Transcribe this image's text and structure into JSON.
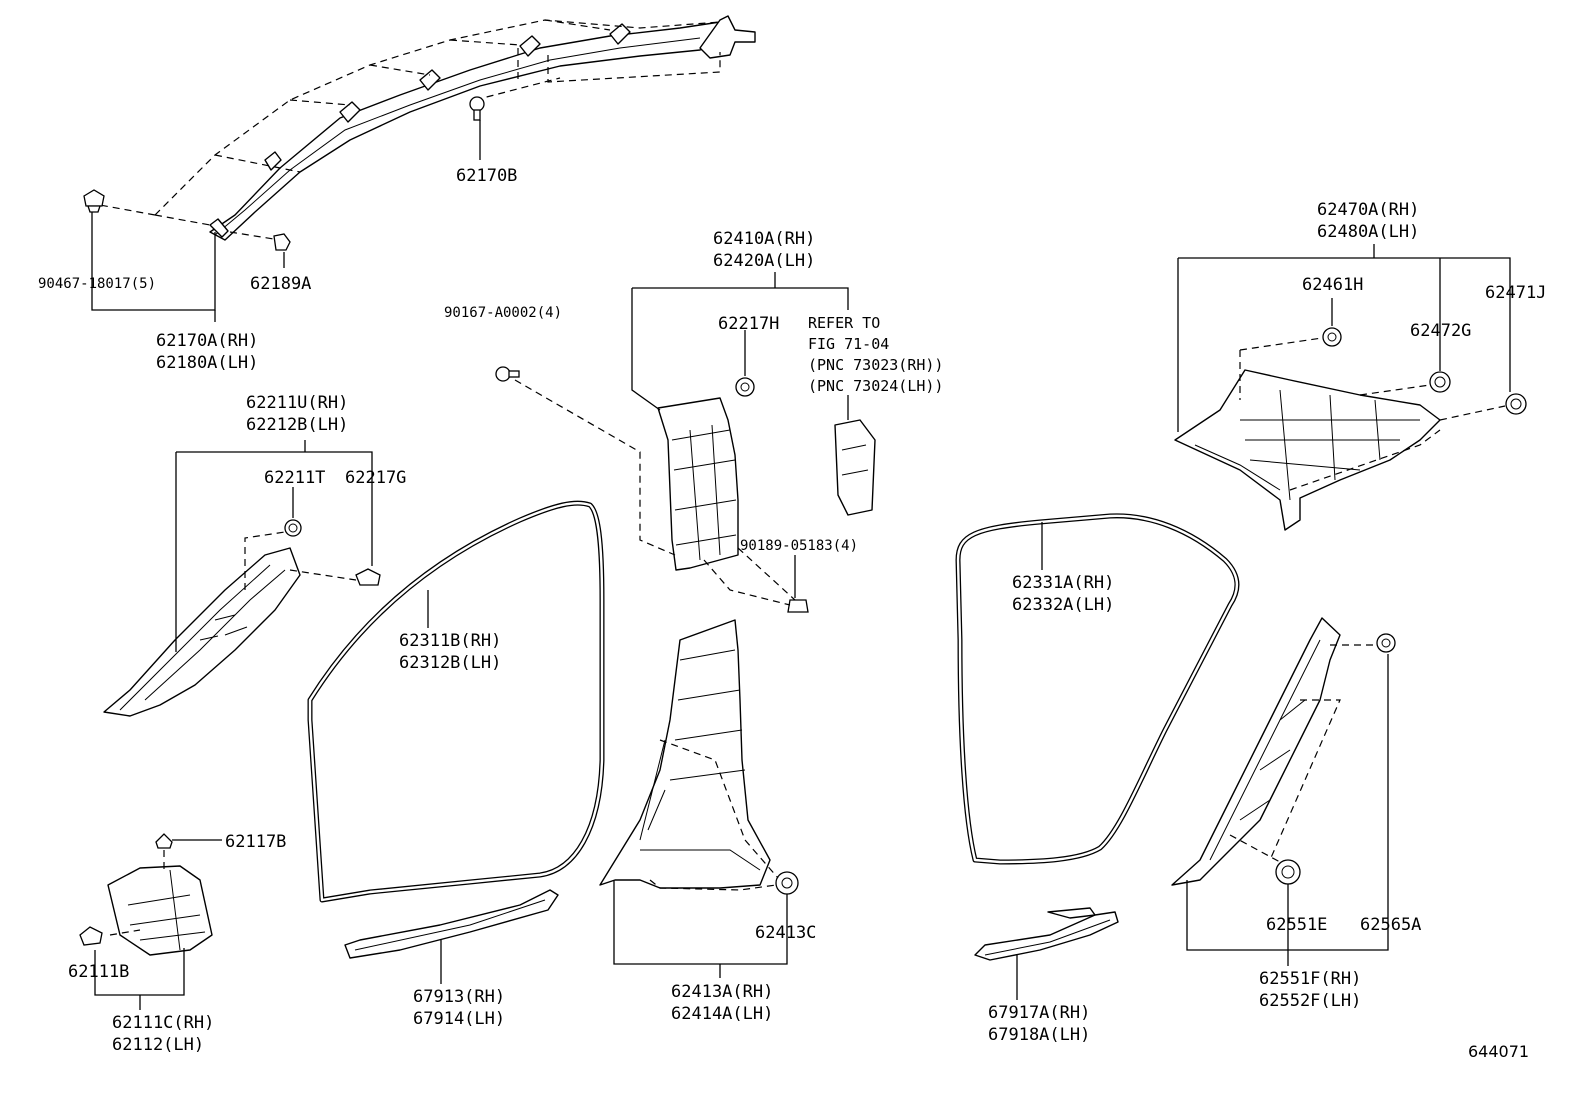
{
  "diagram": {
    "figure_code": "644071",
    "labels": {
      "p62170B": "62170B",
      "p90467": "90467-18017(5)",
      "p62189A": "62189A",
      "p62170A_rh": "62170A(RH)",
      "p62180A_lh": "62180A(LH)",
      "p62211U_rh": "62211U(RH)",
      "p62212B_lh": "62212B(LH)",
      "p62211T": "62211T",
      "p62217G": "62217G",
      "p90167": "90167-A0002(4)",
      "p62410A_rh": "62410A(RH)",
      "p62420A_lh": "62420A(LH)",
      "p62217H": "62217H",
      "ref_line1": "REFER TO",
      "ref_line2": "FIG 71-04",
      "ref_line3": "(PNC 73023(RH))",
      "ref_line4": "(PNC 73024(LH))",
      "p90189": "90189-05183(4)",
      "p62311B_rh": "62311B(RH)",
      "p62312B_lh": "62312B(LH)",
      "p62331A_rh": "62331A(RH)",
      "p62332A_lh": "62332A(LH)",
      "p62470A_rh": "62470A(RH)",
      "p62480A_lh": "62480A(LH)",
      "p62461H": "62461H",
      "p62471J": "62471J",
      "p62472G": "62472G",
      "p62117B": "62117B",
      "p62111B": "62111B",
      "p62111C_rh": "62111C(RH)",
      "p62112_lh": "62112(LH)",
      "p67913_rh": "67913(RH)",
      "p67914_lh": "67914(LH)",
      "p62413C": "62413C",
      "p62413A_rh": "62413A(RH)",
      "p62414A_lh": "62414A(LH)",
      "p67917A_rh": "67917A(RH)",
      "p67918A_lh": "67918A(LH)",
      "p62551E": "62551E",
      "p62565A": "62565A",
      "p62551F_rh": "62551F(RH)",
      "p62552F_lh": "62552F(LH)"
    }
  }
}
